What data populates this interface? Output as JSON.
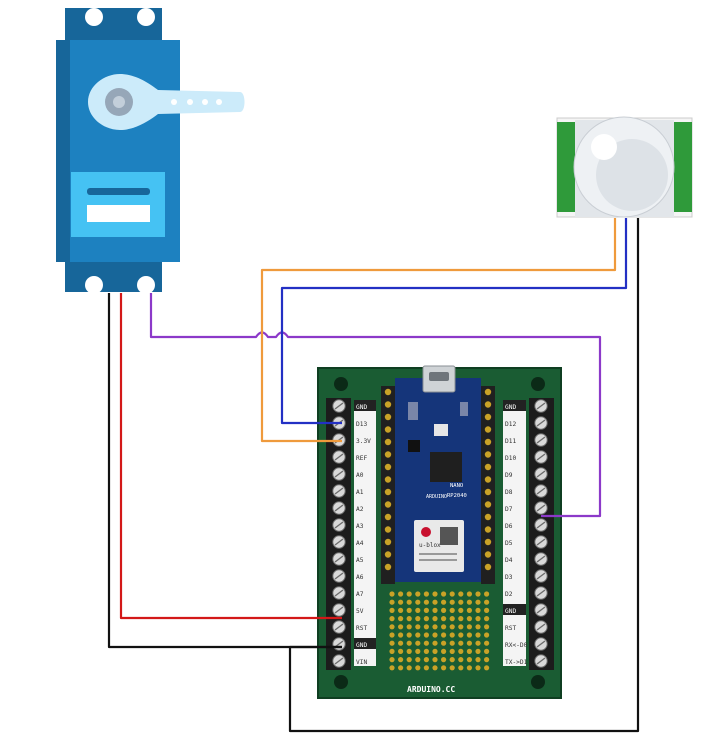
{
  "colors": {
    "servo_dark": "#17669a",
    "servo_mid": "#1d81c0",
    "servo_light": "#45c2f3",
    "board_green": "#1a5c33",
    "arduino_blue": "#15357a",
    "terminal_black": "#1c1c1c",
    "wire_red": "#d31818",
    "wire_black": "#111111",
    "wire_purple": "#8c39c9",
    "wire_orange": "#ef9a3c",
    "wire_blue": "#2330c4",
    "pir_green": "#2f9a3a",
    "pir_dome": "#eef1f4"
  },
  "components": {
    "servo": {
      "name": "servo-motor"
    },
    "pir": {
      "name": "pir-motion-sensor"
    },
    "board": {
      "silkscreen": "ARDUINO.CC"
    },
    "nano": {
      "logo": "ARDUINO",
      "model_line1": "NANO",
      "model_line2": "RP2040",
      "module_text": "u-blox"
    }
  },
  "left_pins": [
    "GND",
    "D13",
    "3.3V",
    "REF",
    "A0",
    "A1",
    "A2",
    "A3",
    "A4",
    "A5",
    "A6",
    "A7",
    "5V",
    "RST",
    "GND",
    "VIN"
  ],
  "right_pins": [
    "GND",
    "D12",
    "D11",
    "D10",
    "D9",
    "D8",
    "D7",
    "D6",
    "D5",
    "D4",
    "D3",
    "D2",
    "GND",
    "RST",
    "RX<-D0",
    "TX->D1"
  ]
}
